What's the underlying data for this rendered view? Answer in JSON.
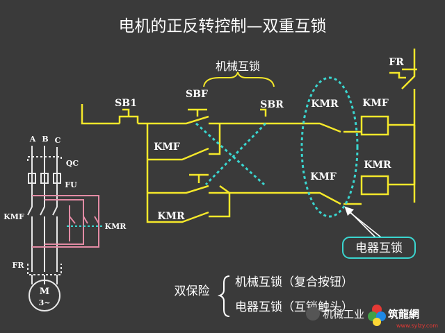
{
  "title": "电机的正反转控制—双重互锁",
  "labels": {
    "mechanical_interlock": "机械互锁",
    "fr_top": "FR",
    "sb1": "SB1",
    "sbf": "SBF",
    "sbr": "SBR",
    "kmr_contact_top": "KMR",
    "kmf_coil": "KMF",
    "kmf_hold": "KMF",
    "kmf_contact_mid": "KMF",
    "kmr_coil": "KMR",
    "kmr_hold": "KMR",
    "electrical_interlock": "电器互锁"
  },
  "power_circuit": {
    "phase_a": "A",
    "phase_b": "B",
    "phase_c": "C",
    "qc": "QC",
    "fu": "FU",
    "kmf": "KMF",
    "kmr": "KMR",
    "fr": "FR",
    "motor": "M",
    "motor_sub": "3~"
  },
  "summary": {
    "label": "双保险",
    "item1": "机械互锁（复合按钮）",
    "item2": "电器互锁（互锁触头）"
  },
  "watermark": "机械工业",
  "logo_text": "筑龍網",
  "logo_url": "www.sylzy.com",
  "colors": {
    "background": "#3a3a3a",
    "wire": "#f5e82a",
    "power": "#e8e8e8",
    "accent_cyan": "#3ad6d0",
    "pink": "#e38ba5",
    "text": "#ffffff"
  }
}
